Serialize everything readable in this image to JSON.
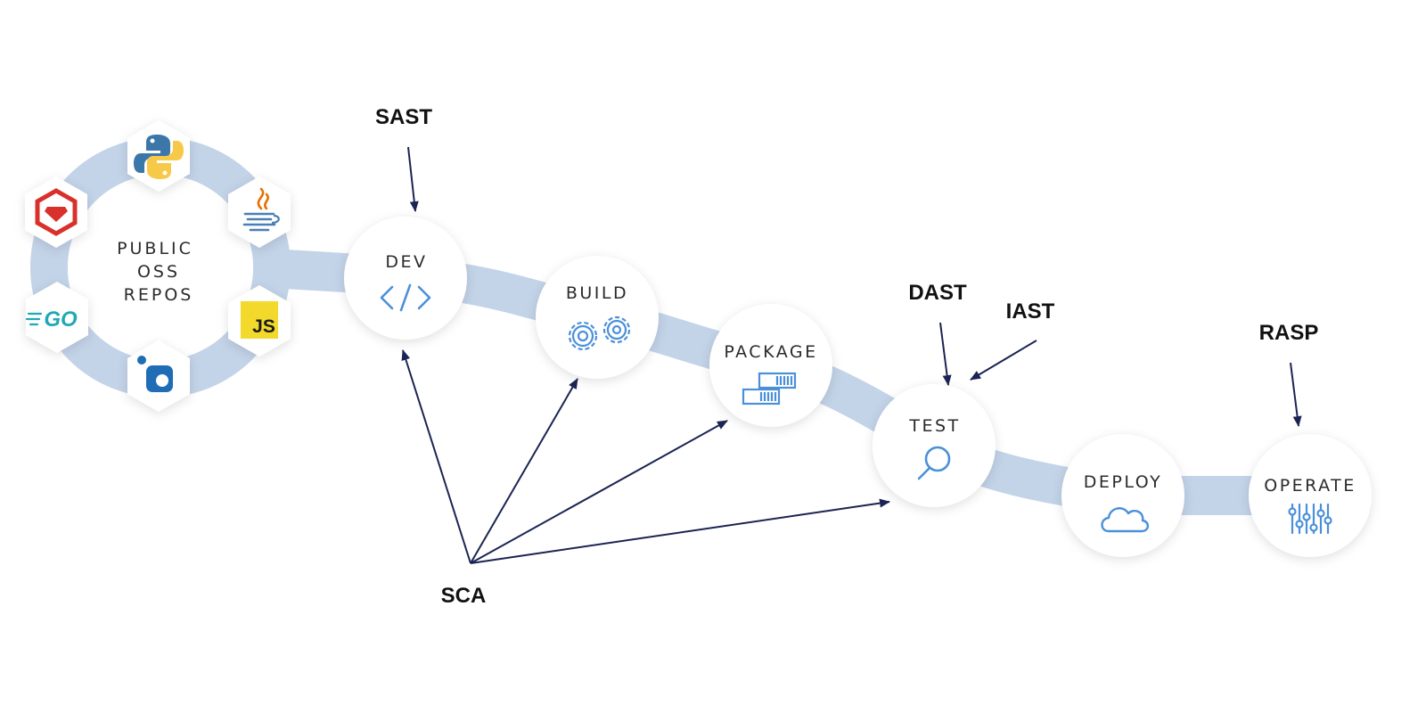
{
  "repo_hub": {
    "label_lines": [
      "PUBLIC",
      "OSS",
      "REPOS"
    ],
    "languages": [
      {
        "name": "python-icon"
      },
      {
        "name": "java-icon"
      },
      {
        "name": "javascript-icon",
        "text": "JS"
      },
      {
        "name": "nuget-icon"
      },
      {
        "name": "go-icon",
        "text": "GO"
      },
      {
        "name": "ruby-icon"
      }
    ]
  },
  "stages": [
    {
      "id": "dev",
      "label": "DEV",
      "icon": "code-icon"
    },
    {
      "id": "build",
      "label": "BUILD",
      "icon": "gears-icon"
    },
    {
      "id": "package",
      "label": "PACKAGE",
      "icon": "containers-icon"
    },
    {
      "id": "test",
      "label": "TEST",
      "icon": "magnifier-icon"
    },
    {
      "id": "deploy",
      "label": "DEPLOY",
      "icon": "cloud-icon"
    },
    {
      "id": "operate",
      "label": "OPERATE",
      "icon": "sliders-icon"
    }
  ],
  "tools": {
    "sast": "SAST",
    "dast": "DAST",
    "iast": "IAST",
    "rasp": "RASP",
    "sca": "SCA"
  },
  "colors": {
    "path": "#c3d3e8",
    "arrow": "#1b2452",
    "icon_blue": "#4a90d9",
    "ruby_red": "#d9302b",
    "go_teal": "#1fa9b5",
    "js_yellow": "#f2d92b",
    "python_blue": "#3b77a8",
    "python_yellow": "#f7c948",
    "java_orange": "#e76f00",
    "nuget_blue": "#1f6db5"
  }
}
